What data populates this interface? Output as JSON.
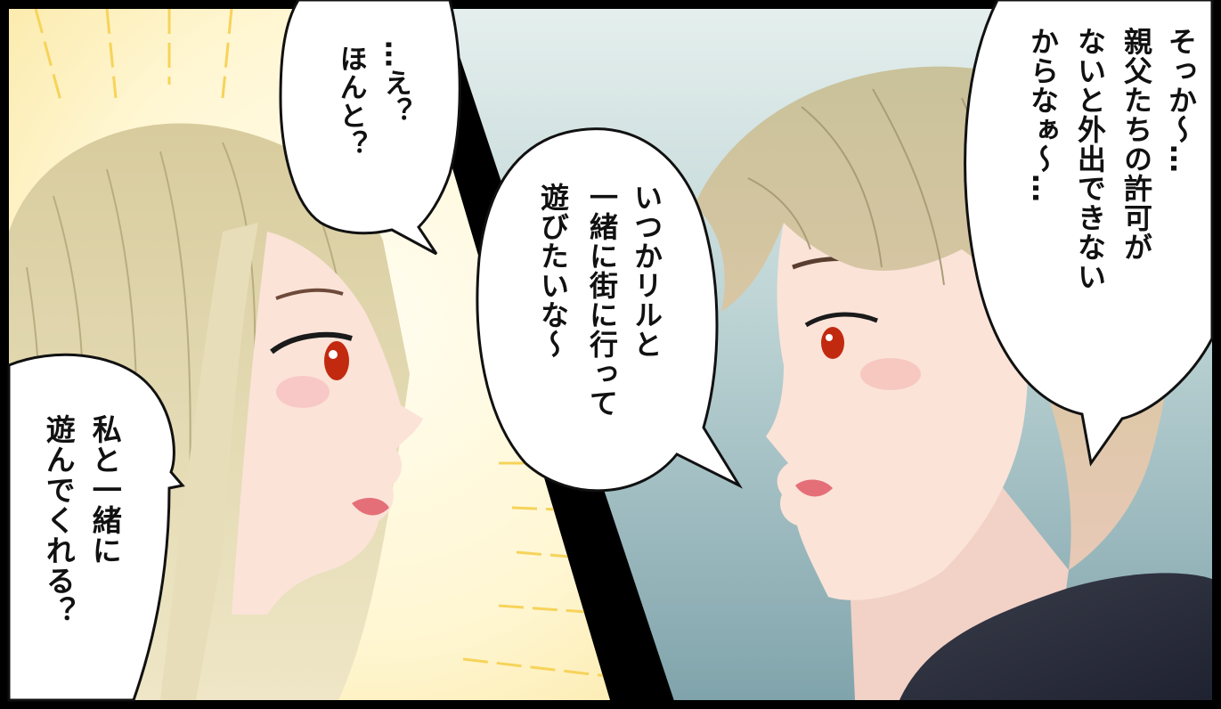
{
  "panels": {
    "left": {
      "character": "girl",
      "bubbles": [
        {
          "id": "top",
          "lines": [
            "…え？",
            "ほんと？"
          ]
        },
        {
          "id": "bottom",
          "lines": [
            "私と一緒に",
            "遊んでくれる？"
          ]
        }
      ]
    },
    "right": {
      "character": "boy",
      "bubbles": [
        {
          "id": "top",
          "lines": [
            "そっか～…",
            "親父たちの許可が",
            "ないと外出できない",
            "からなぁ～…"
          ]
        },
        {
          "id": "middle",
          "lines": [
            "いつかリルと",
            "一緒に街に行って",
            "遊びたいな～"
          ]
        }
      ]
    }
  },
  "colors": {
    "border": "#000000",
    "left_bg": "#fff7d6",
    "right_bg": "#9fbcc0",
    "hair": "#ddd2a8",
    "skin": "#fbe3d8",
    "eye": "#c22a10",
    "jacket": "#2a2d3d"
  }
}
